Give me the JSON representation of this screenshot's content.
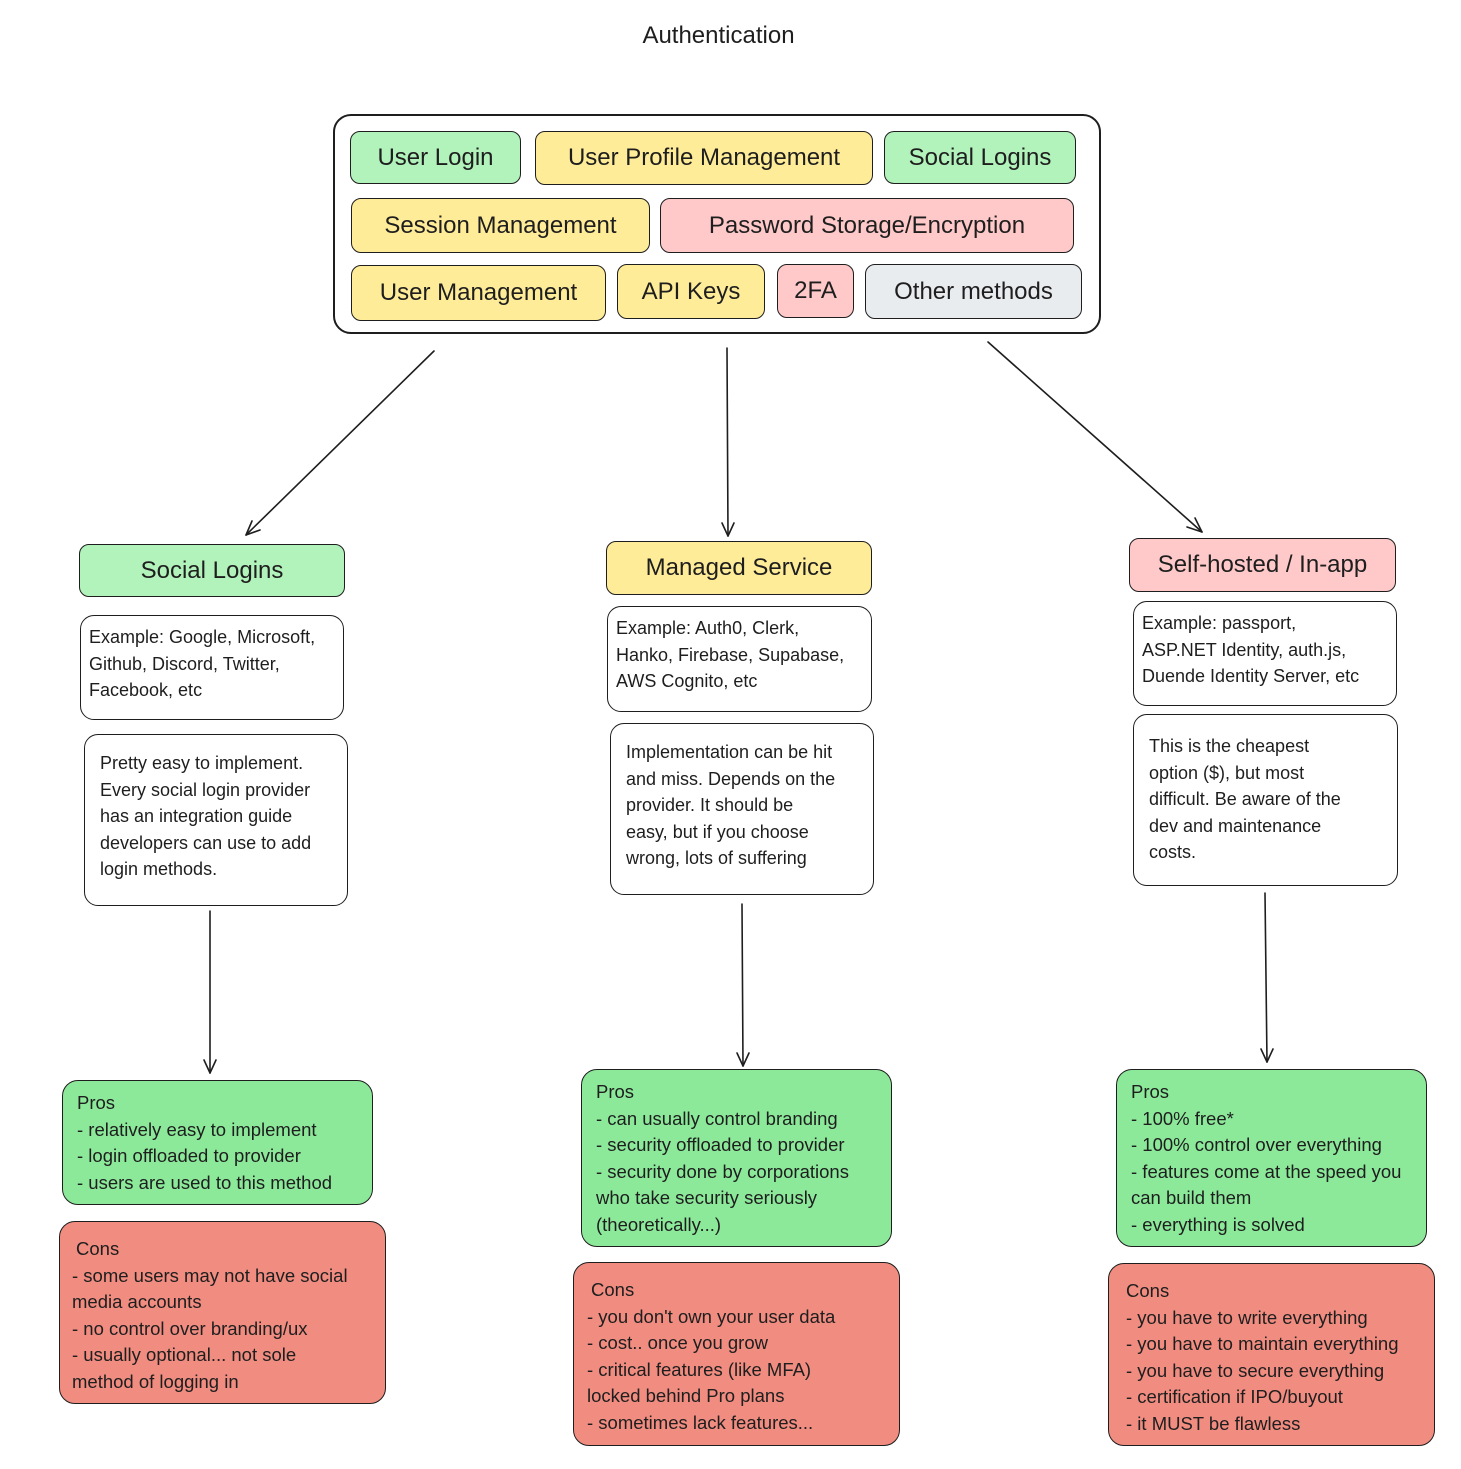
{
  "title": "Authentication",
  "features": {
    "user_login": "User Login",
    "user_profile_management": "User Profile Management",
    "social_logins": "Social Logins",
    "session_management": "Session Management",
    "password_storage": "Password Storage/Encryption",
    "user_management": "User Management",
    "api_keys": "API Keys",
    "two_fa": "2FA",
    "other_methods": "Other methods"
  },
  "columns": [
    {
      "heading": "Social Logins",
      "example": [
        "Example: Google, Microsoft,",
        "Github, Discord, Twitter,",
        "Facebook, etc"
      ],
      "description": [
        "Pretty easy to implement.",
        "Every social login provider",
        "has an integration guide",
        "developers can use to add",
        "login methods."
      ],
      "pros": [
        "Pros",
        " - relatively easy to implement",
        " - login offloaded to provider",
        " - users are used to this method"
      ],
      "cons": [
        "Cons",
        "- some users may not have social",
        "media accounts",
        "- no control over branding/ux",
        "- usually optional... not sole",
        "method of logging in"
      ]
    },
    {
      "heading": "Managed Service",
      "example": [
        "Example: Auth0, Clerk,",
        "Hanko, Firebase, Supabase,",
        "AWS Cognito, etc"
      ],
      "description": [
        "Implementation can be hit",
        "and miss. Depends on the",
        "provider. It should be",
        "easy, but if you choose",
        "wrong, lots of suffering"
      ],
      "pros": [
        "Pros",
        "- can usually control branding",
        "- security offloaded to provider",
        "- security done by corporations",
        "who take security seriously",
        "(theoretically...)"
      ],
      "cons": [
        "Cons",
        "- you don't own your user data",
        "- cost.. once you grow",
        "- critical features (like MFA)",
        "locked behind Pro plans",
        "- sometimes lack features..."
      ]
    },
    {
      "heading": "Self-hosted / In-app",
      "example": [
        "Example: passport,",
        "ASP.NET Identity, auth.js,",
        "Duende Identity Server, etc"
      ],
      "description": [
        "This is the cheapest",
        "option ($), but most",
        "difficult. Be aware of the",
        "dev and maintenance",
        "costs."
      ],
      "pros": [
        "Pros",
        "- 100% free*",
        "- 100% control over everything",
        "- features come at the speed you",
        "can build them",
        "- everything is solved"
      ],
      "cons": [
        "Cons",
        "- you have to write everything",
        "- you have to maintain everything",
        "- you have to secure everything",
        "- certification if IPO/buyout",
        "- it MUST be flawless"
      ]
    }
  ],
  "colors": {
    "green": "#b2f2bb",
    "yellow": "#ffec99",
    "pink": "#ffc9c9",
    "grey": "#e9ecef",
    "pros": "#8ce99a",
    "cons": "#f08c80",
    "stroke": "#1e1e1e"
  }
}
